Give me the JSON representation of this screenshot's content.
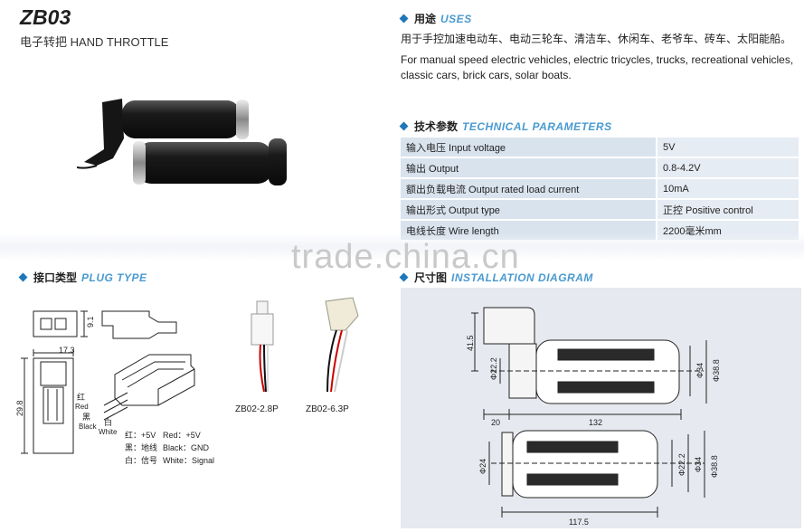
{
  "header": {
    "model": "ZB03",
    "subtitle": "电子转把 HAND THROTTLE"
  },
  "uses": {
    "title_cn": "用途",
    "title_en": "USES",
    "text_cn": "用于手控加速电动车、电动三轮车、清洁车、休闲车、老爷车、砖车、太阳能船。",
    "text_en": "For manual speed electric vehicles, electric tricycles, trucks, recreational vehicles, classic cars, brick cars, solar boats."
  },
  "tech": {
    "title_cn": "技术参数",
    "title_en": "TECHNICAL PARAMETERS",
    "rows": [
      {
        "name": "输入电压 Input voltage",
        "value": "5V"
      },
      {
        "name": "输出 Output",
        "value": "0.8-4.2V"
      },
      {
        "name": "额出负载电流 Output rated load current",
        "value": "10mA"
      },
      {
        "name": "输出形式 Output type",
        "value": "正控 Positive control"
      },
      {
        "name": "电线长度 Wire length",
        "value": "2200毫米mm"
      }
    ]
  },
  "watermark": "trade.china.cn",
  "plug": {
    "title_cn": "接口类型",
    "title_en": "PLUG TYPE",
    "dim_width": "17.3",
    "dim_h1": "9.1",
    "dim_h2": "29.8",
    "wire_red_cn": "红",
    "wire_red_en": "Red",
    "wire_black_cn": "黑",
    "wire_black_en": "Black",
    "wire_white_cn": "白",
    "wire_white_en": "White",
    "legend": [
      {
        "cn": "红：+5V",
        "en": "Red：+5V"
      },
      {
        "cn": "黑：地线",
        "en": "Black：GND"
      },
      {
        "cn": "白：信号",
        "en": "White：Signal"
      }
    ],
    "variant_a": "ZB02-2.8P",
    "variant_b": "ZB02-6.3P"
  },
  "install": {
    "title_cn": "尺寸图",
    "title_en": "INSTALLATION DIAGRAM",
    "top": {
      "d_41_5": "41.5",
      "d_22_2": "Φ22.2",
      "d_34": "Φ34",
      "d_38_8": "Φ38.8",
      "d_20": "20",
      "d_132": "132"
    },
    "bottom": {
      "d_24": "Φ24",
      "d_22_2": "Φ22.2",
      "d_34": "Φ34",
      "d_38_8": "Φ38.8",
      "d_117_5": "117.5"
    }
  }
}
